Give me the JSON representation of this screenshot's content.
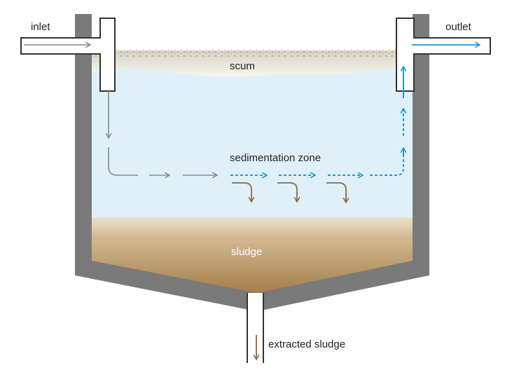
{
  "labels": {
    "inlet": "inlet",
    "outlet": "outlet",
    "scum": "scum",
    "sedimentation_zone": "sedimentation zone",
    "sludge": "sludge",
    "extracted_sludge": "extracted sludge"
  },
  "colors": {
    "tank_wall": "#7a7a7a",
    "water": "#dff0f8",
    "scum": "#f1efe6",
    "sludge_top": "#e9dcc6",
    "sludge_bottom": "#a9834f",
    "inflow_arrow": "#8c8c8c",
    "outflow_arrow": "#1a9ad6",
    "settling_arrow": "#8b6a42"
  }
}
